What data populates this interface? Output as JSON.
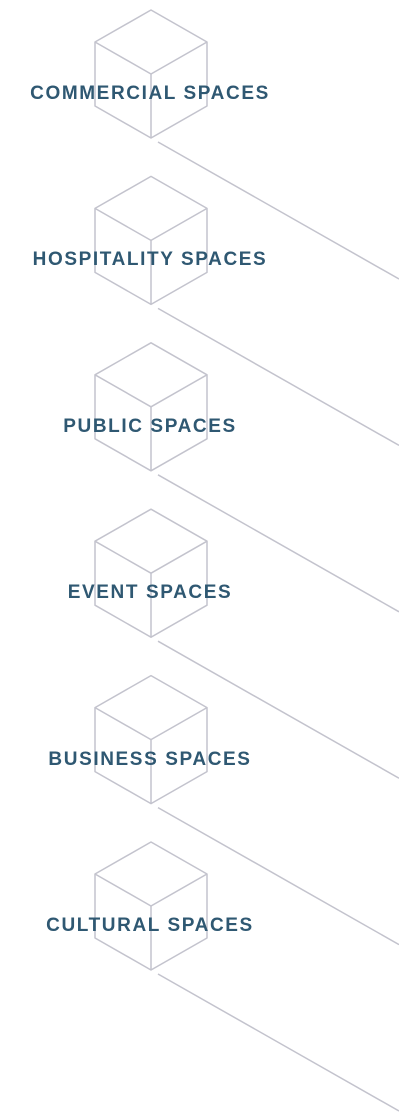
{
  "colors": {
    "background": "#ffffff",
    "label": "#2f5872",
    "outline": "#c3c3cd"
  },
  "icon": "cube-outline-icon",
  "categories": [
    {
      "key": "commercial",
      "label": "COMMERCIAL SPACES"
    },
    {
      "key": "hospitality",
      "label": "HOSPITALITY SPACES"
    },
    {
      "key": "public",
      "label": "PUBLIC SPACES"
    },
    {
      "key": "event",
      "label": "EVENT SPACES"
    },
    {
      "key": "business",
      "label": "BUSINESS SPACES"
    },
    {
      "key": "cultural",
      "label": "CULTURAL SPACES"
    }
  ]
}
